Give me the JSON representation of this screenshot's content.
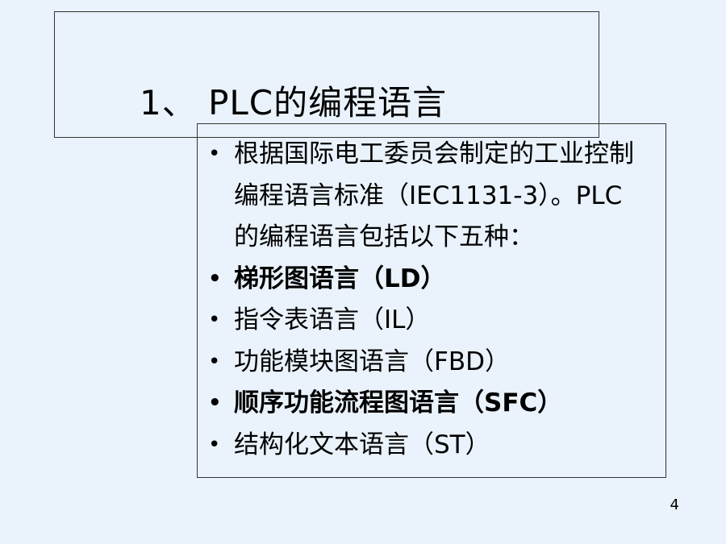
{
  "slide": {
    "title": "1、 PLC的编程语言",
    "page_number": "4",
    "bullets": [
      {
        "text": "根据国际电工委员会制定的工业控制编程语言标准（IEC1131-3）。PLC的编程语言包括以下五种："
      },
      {
        "text": "梯形图语言（LD）"
      },
      {
        "text": "指令表语言（IL）"
      },
      {
        "text": "功能模块图语言（FBD）"
      },
      {
        "text": "顺序功能流程图语言（SFC）"
      },
      {
        "text": "结构化文本语言（ST）"
      }
    ]
  }
}
